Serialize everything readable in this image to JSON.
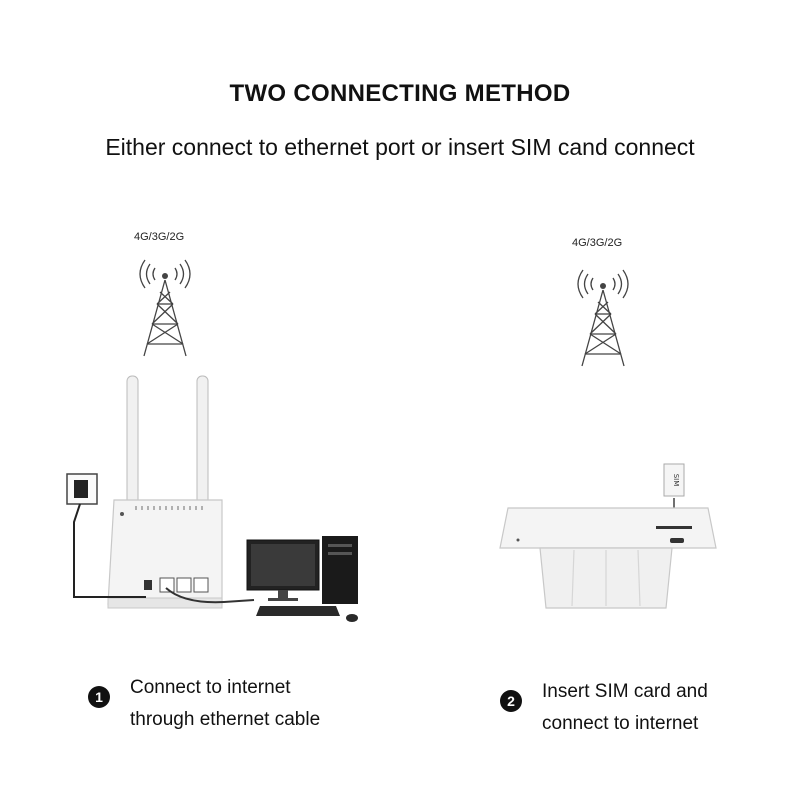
{
  "header": {
    "title": "TWO CONNECTING METHOD",
    "subtitle": "Either connect to ethernet port or insert SIM cand connect"
  },
  "method1": {
    "network_label": "4G/3G/2G",
    "step_number": "1",
    "line1": "Connect to internet",
    "line2": "through ethernet cable"
  },
  "method2": {
    "network_label": "4G/3G/2G",
    "sim_label": "SIM",
    "step_number": "2",
    "line1": "Insert SIM card and",
    "line2": "connect to internet"
  }
}
